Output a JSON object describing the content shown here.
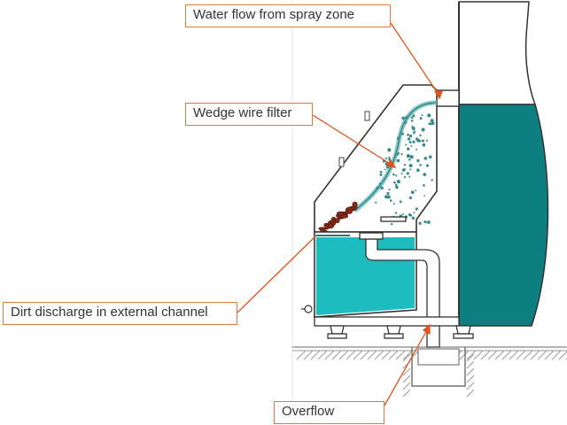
{
  "labels": {
    "spray_zone": "Water flow from spray zone",
    "filter": "Wedge wire filter",
    "dirt_discharge": "Dirt discharge in external channel",
    "overflow": "Overflow"
  },
  "colors": {
    "callout_border": "#e07a3c",
    "leader_line": "#e0541f",
    "tank_water": "#1cbcbf",
    "container_water": "#0d7f80",
    "structure_outline": "#3a3a3a",
    "dirt": "#8a2a18"
  }
}
